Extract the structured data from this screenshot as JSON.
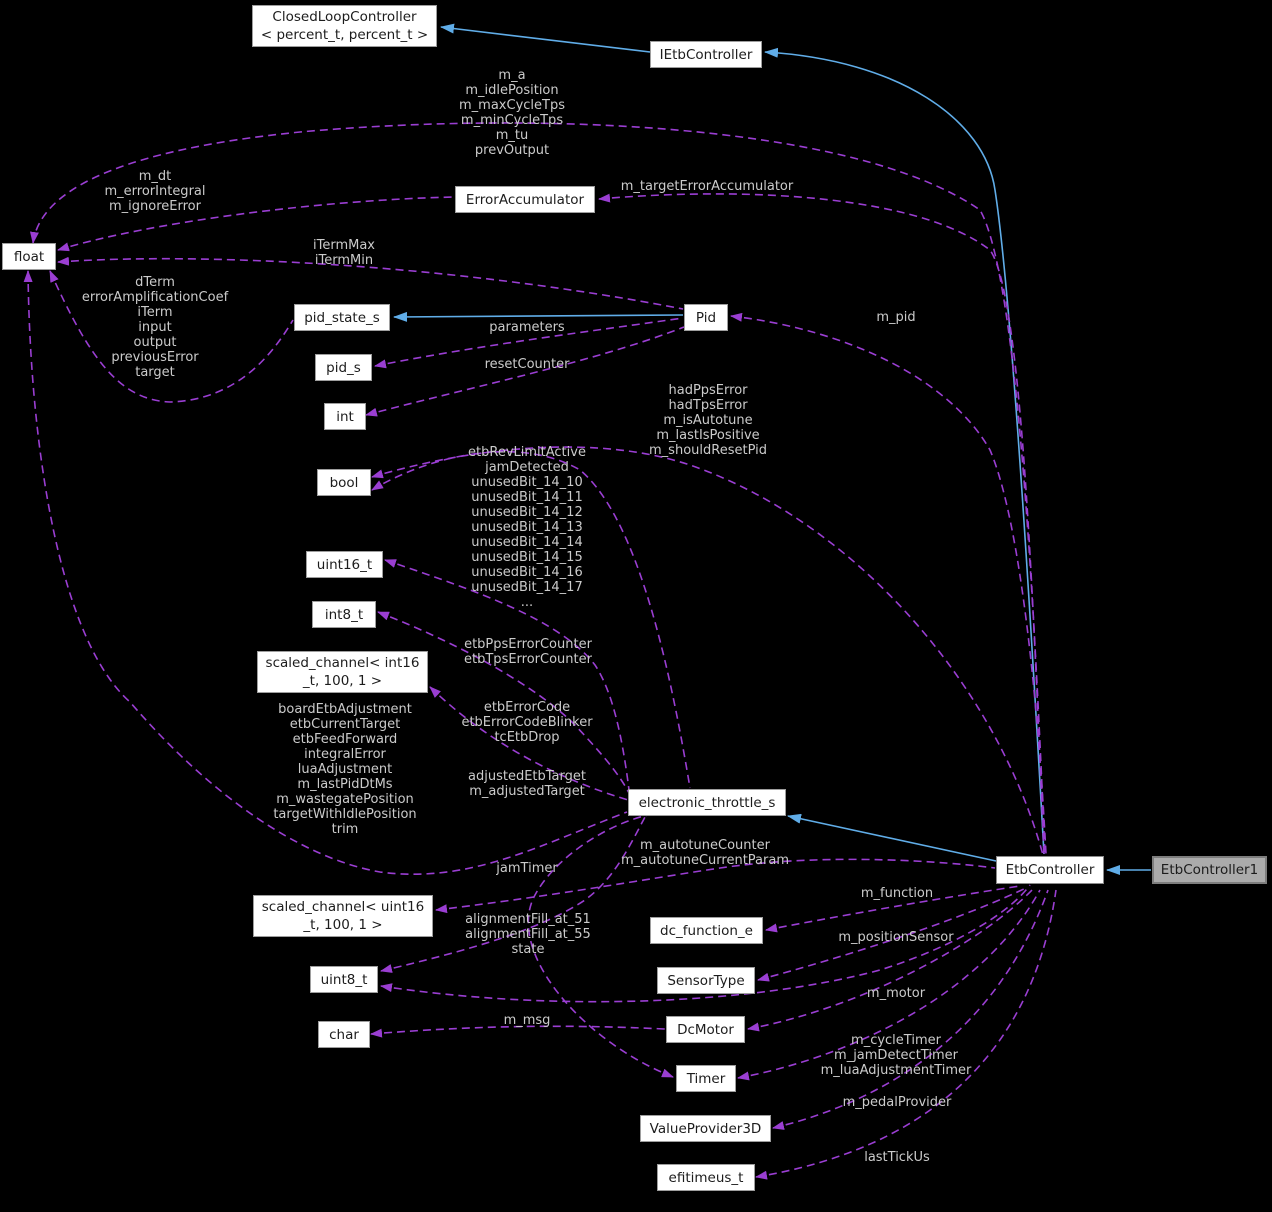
{
  "colors": {
    "background": "#000000",
    "inheritance_edge": "#60ade8",
    "usage_edge": "#9a3ed2",
    "edge_label_text": "#cbcbcb",
    "node_fill": "#ffffff",
    "node_border": "#9e9e9e",
    "node_text": "#1c1c1c",
    "grayed_node_fill": "#ababab"
  },
  "nodes": {
    "closed_loop_controller": {
      "label": "ClosedLoopController\n< percent_t, percent_t >"
    },
    "ietb_controller": {
      "label": "IEtbController"
    },
    "error_accumulator": {
      "label": "ErrorAccumulator"
    },
    "float": {
      "label": "float"
    },
    "pid_state_s": {
      "label": "pid_state_s"
    },
    "pid_s": {
      "label": "pid_s"
    },
    "pid": {
      "label": "Pid"
    },
    "int": {
      "label": "int"
    },
    "bool": {
      "label": "bool"
    },
    "uint16_t": {
      "label": "uint16_t"
    },
    "int8_t": {
      "label": "int8_t"
    },
    "scaled_channel_int16": {
      "label": "scaled_channel< int16\n_t, 100, 1 >"
    },
    "electronic_throttle_s": {
      "label": "electronic_throttle_s"
    },
    "etb_controller": {
      "label": "EtbController"
    },
    "etb_controller1": {
      "label": "EtbController1"
    },
    "scaled_channel_uint16": {
      "label": "scaled_channel< uint16\n_t, 100, 1 >"
    },
    "dc_function_e": {
      "label": "dc_function_e"
    },
    "uint8_t": {
      "label": "uint8_t"
    },
    "sensor_type": {
      "label": "SensorType"
    },
    "char": {
      "label": "char"
    },
    "dc_motor": {
      "label": "DcMotor"
    },
    "timer": {
      "label": "Timer"
    },
    "value_provider_3d": {
      "label": "ValueProvider3D"
    },
    "efitimeus_t": {
      "label": "efitimeus_t"
    }
  },
  "edge_labels": {
    "m_a_group": "m_a\nm_idlePosition\nm_maxCycleTps\nm_minCycleTps\nm_tu\nprevOutput",
    "m_target_error_accumulator": "m_targetErrorAccumulator",
    "m_dt_group": "m_dt\nm_errorIntegral\nm_ignoreError",
    "iterm_group": "iTermMax\niTermMin",
    "dterm_group": "dTerm\nerrorAmplificationCoef\niTerm\ninput\noutput\npreviousError\ntarget",
    "parameters": "parameters",
    "reset_counter": "resetCounter",
    "had_pps_group": "hadPpsError\nhadTpsError\nm_isAutotune\nm_lastIsPositive\nm_shouldResetPid",
    "etb_rev_group": "etbRevLimitActive\njamDetected\nunusedBit_14_10\nunusedBit_14_11\nunusedBit_14_12\nunusedBit_14_13\nunusedBit_14_14\nunusedBit_14_15\nunusedBit_14_16\nunusedBit_14_17\n...",
    "etb_pps_group": "etbPpsErrorCounter\netbTpsErrorCounter",
    "etb_error_group": "etbErrorCode\netbErrorCodeBlinker\ntcEtbDrop",
    "adjusted_group": "adjustedEtbTarget\nm_adjustedTarget",
    "board_group": "boardEtbAdjustment\netbCurrentTarget\netbFeedForward\nintegralError\nluaAdjustment\nm_lastPidDtMs\nm_wastegatePosition\ntargetWithIdlePosition\ntrim",
    "jam_timer": "jamTimer",
    "m_autotune_group": "m_autotuneCounter\nm_autotuneCurrentParam",
    "m_function": "m_function",
    "m_position_sensor": "m_positionSensor",
    "m_motor": "m_motor",
    "m_cycle_timer_group": "m_cycleTimer\nm_jamDetectTimer\nm_luaAdjustmentTimer",
    "m_pedal_provider": "m_pedalProvider",
    "last_tick_us": "lastTickUs",
    "m_msg": "m_msg",
    "alignment_group": "alignmentFill_at_51\nalignmentFill_at_55\nstate",
    "m_pid": "m_pid"
  }
}
